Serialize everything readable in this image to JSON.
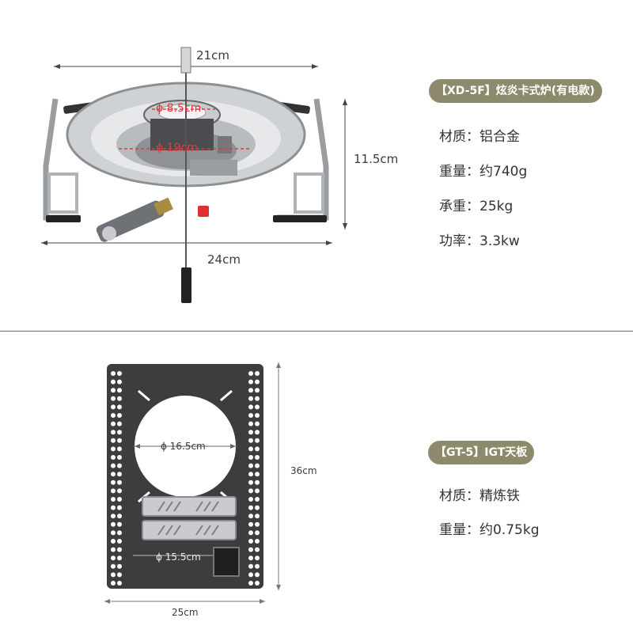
{
  "stove": {
    "dims": {
      "width_top": "21cm",
      "width_bottom": "24cm",
      "height": "11.5cm",
      "inner_diameter": "ϕ 8.5cm",
      "outer_diameter": "ϕ 19cm"
    },
    "badge": "【XD-5F】炫炎卡式炉(有电款)",
    "specs": [
      {
        "label": "材质：",
        "value": "铝合金"
      },
      {
        "label": "重量：",
        "value": "约740g"
      },
      {
        "label": "承重：",
        "value": "25kg"
      },
      {
        "label": "功率：",
        "value": "3.3kw"
      }
    ]
  },
  "plate": {
    "dims": {
      "hole_large": "ϕ 16.5cm",
      "hole_small": "ϕ 15.5cm",
      "height": "36cm",
      "width": "25cm"
    },
    "badge": "【GT-5】IGT天板",
    "specs": [
      {
        "label": "材质：",
        "value": "精炼铁"
      },
      {
        "label": "重量：",
        "value": "约0.75kg"
      }
    ]
  },
  "colors": {
    "badge_bg": "#8c8a6a",
    "dimension_red": "#e23a3a",
    "plate_dark": "#3d3d3f",
    "steel": "#b9bcbf"
  }
}
